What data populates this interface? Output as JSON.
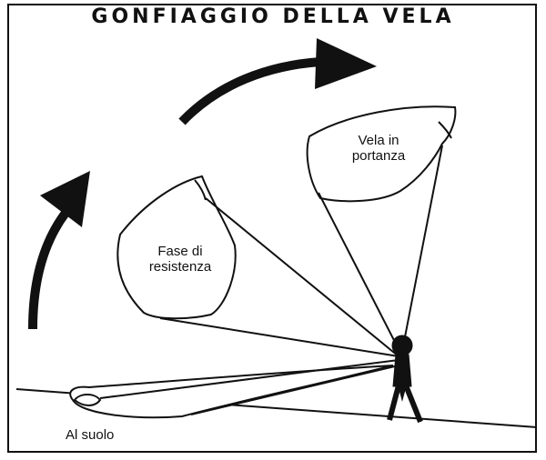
{
  "title": "GONFIAGGIO DELLA VELA",
  "labels": {
    "ground": "Al suolo",
    "resistance_line1": "Fase di",
    "resistance_line2": "resistenza",
    "lift_line1": "Vela in",
    "lift_line2": "portanza"
  },
  "colors": {
    "ink": "#111111",
    "background": "#ffffff"
  }
}
